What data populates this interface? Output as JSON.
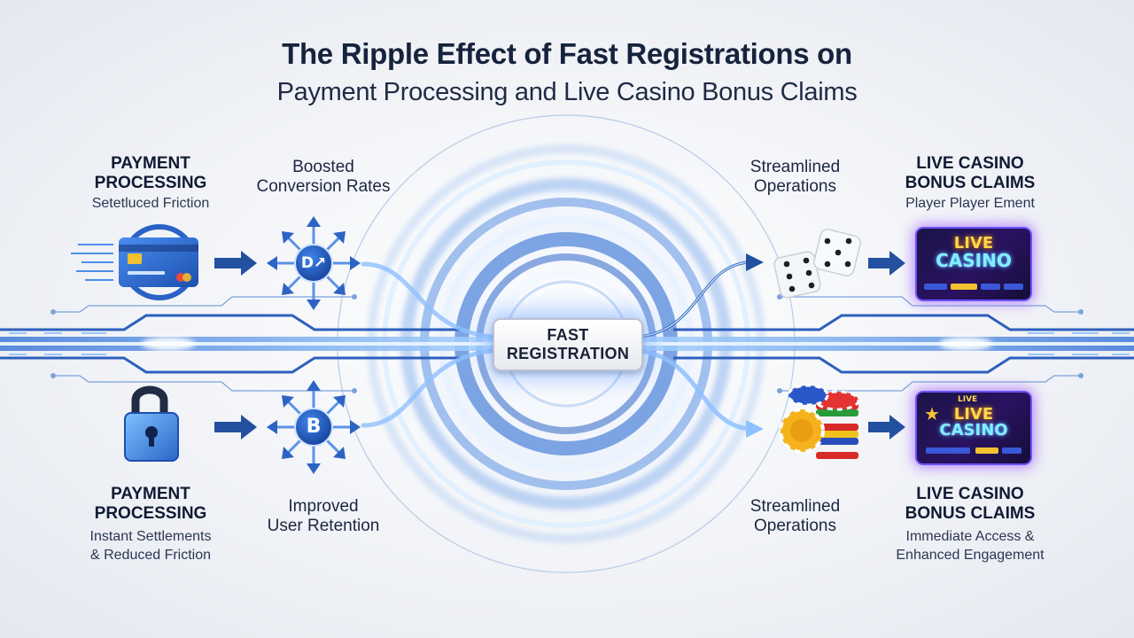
{
  "title": {
    "main": "The Ripple Effect of Fast Registrations on",
    "sub": "Payment Processing and Live Casino Bonus Claims"
  },
  "hub": {
    "line1": "FAST",
    "line2": "REGISTRATION"
  },
  "top": {
    "payment": {
      "line1": "PAYMENT",
      "line2": "PROCESSING",
      "caption": "Setetluced Friction"
    },
    "conversion": {
      "line1": "Boosted",
      "line2": "Conversion Rates",
      "badge": "D↗"
    },
    "operations": {
      "line1": "Streamlined",
      "line2": "Operations"
    },
    "casino": {
      "line1": "LIVE CASINO",
      "line2": "BONUS CLAIMS",
      "caption": "Player Player Ement",
      "card_line1": "LIVE",
      "card_line2": "CASINO"
    }
  },
  "bottom": {
    "payment": {
      "line1": "PAYMENT",
      "line2": "PROCESSING",
      "caption1": "Instant Settlements",
      "caption2": "& Reduced Friction"
    },
    "retention": {
      "line1": "Improved",
      "line2": "User Retention",
      "badge": "B"
    },
    "operations": {
      "line1": "Streamlined",
      "line2": "Operations"
    },
    "casino": {
      "line1": "LIVE CASINO",
      "line2": "BONUS CLAIMS",
      "caption1": "Immediate Access &",
      "caption2": "Enhanced Engagement",
      "card_tag": "LIVE",
      "card_line1": "LIVE",
      "card_line2": "CASINO"
    }
  },
  "colors": {
    "accent": "#2e6fd8",
    "navy": "#1b3f8f",
    "glow": "#8fc0ff"
  }
}
